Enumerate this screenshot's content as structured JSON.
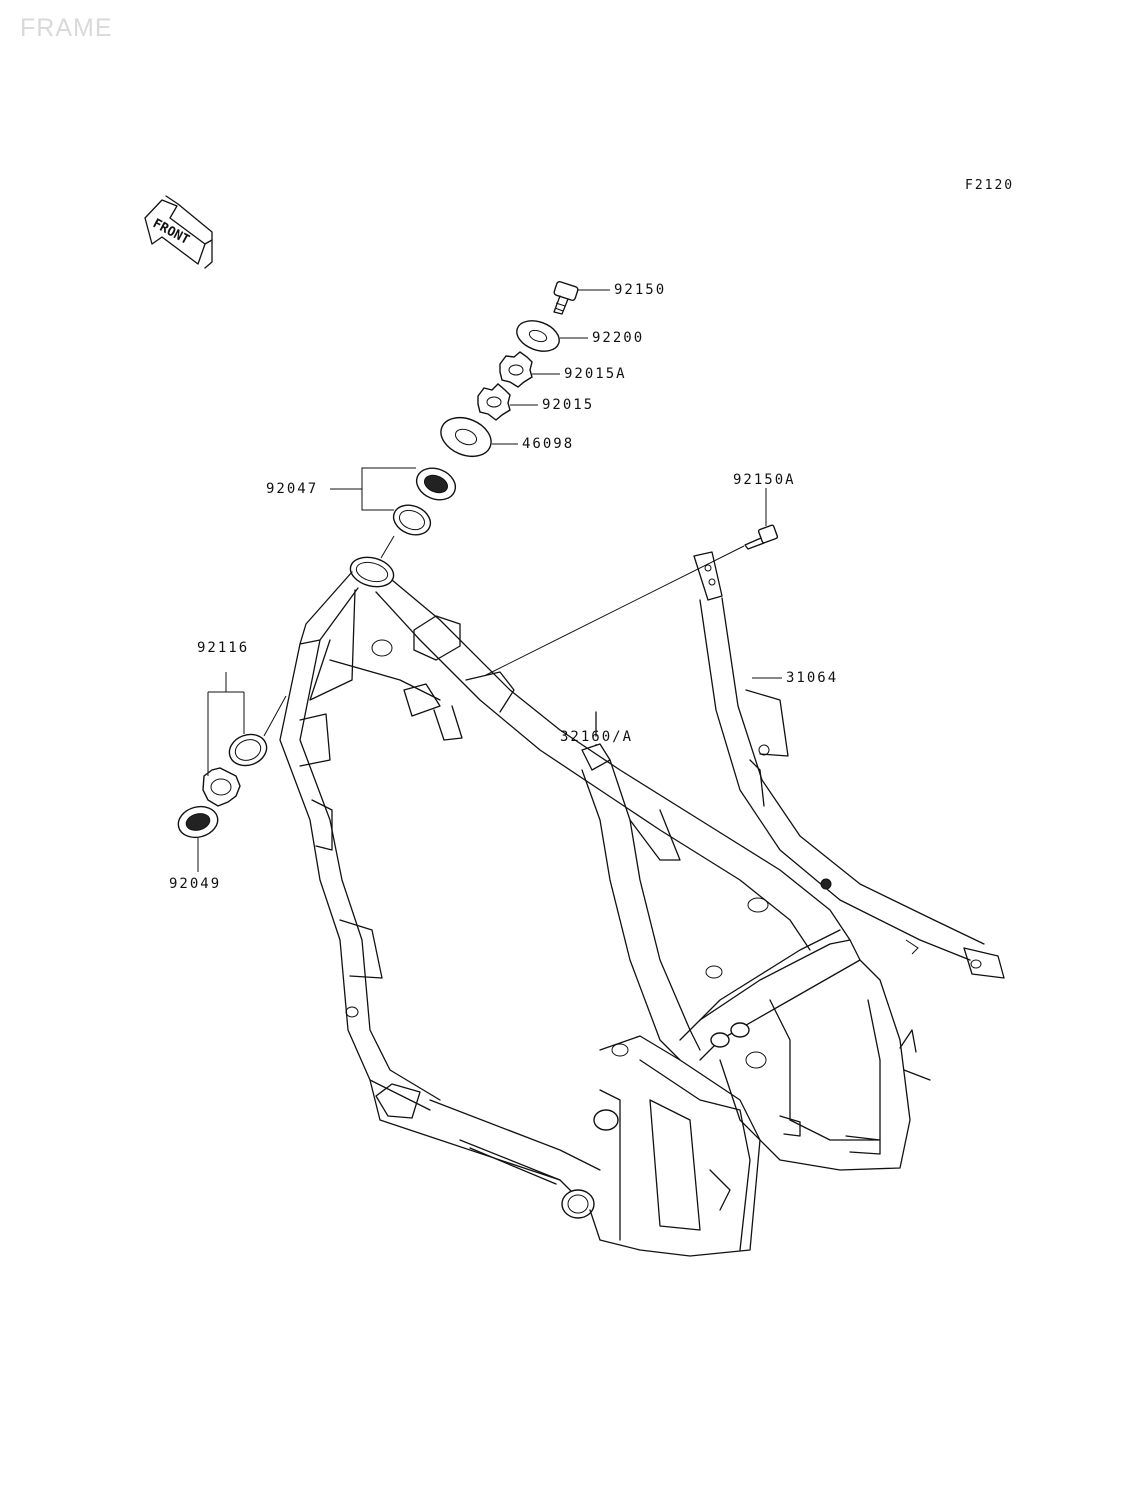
{
  "page": {
    "section_title": "FRAME",
    "figure_code": "F2120",
    "front_label": "FRONT"
  },
  "parts": [
    {
      "number": "92150"
    },
    {
      "number": "92200"
    },
    {
      "number": "92015A"
    },
    {
      "number": "92015"
    },
    {
      "number": "46098"
    },
    {
      "number": "92047"
    },
    {
      "number": "92150A"
    },
    {
      "number": "92116"
    },
    {
      "number": "31064"
    },
    {
      "number": "32160/A"
    },
    {
      "number": "92049"
    }
  ]
}
